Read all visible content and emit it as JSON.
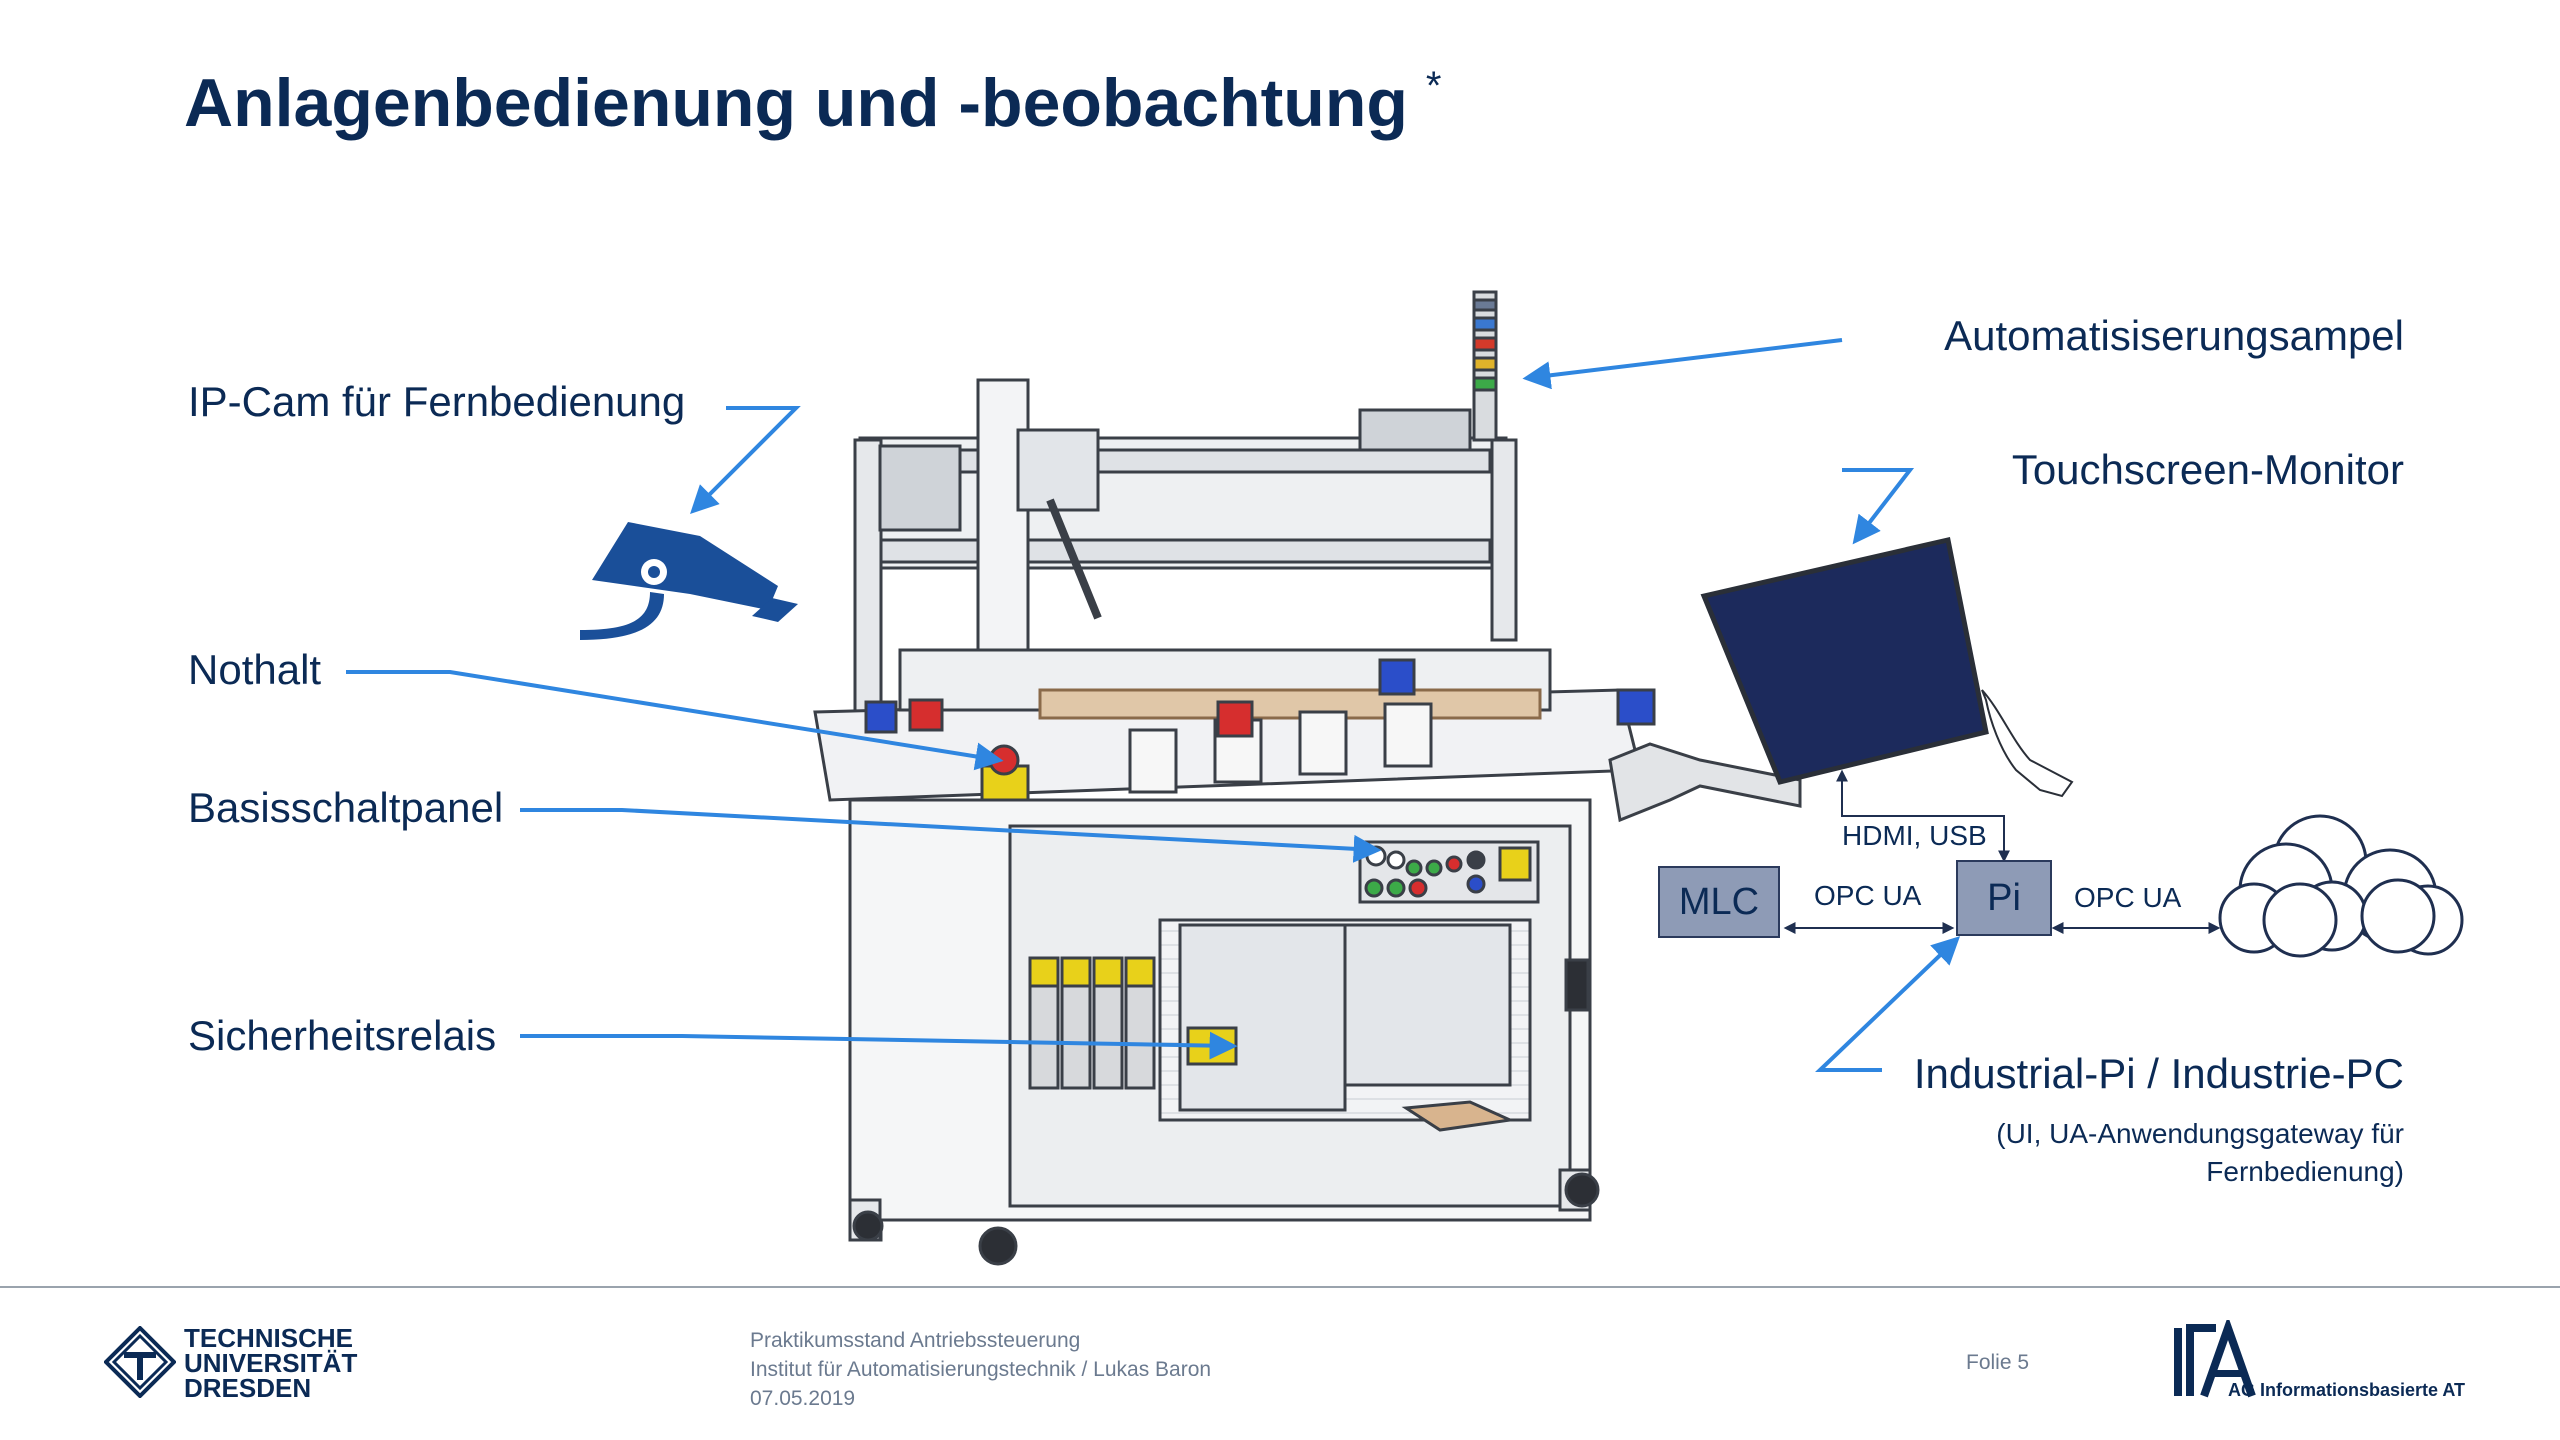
{
  "slide": {
    "title": "Anlagenbedienung und -beobachtung",
    "title_mark": "*"
  },
  "callouts": {
    "ipcam": "IP-Cam für Fernbedienung",
    "nothalt": "Nothalt",
    "basisschaltpanel": "Basisschaltpanel",
    "sicherheitsrelais": "Sicherheitsrelais",
    "ampel": "Automatisiserungsampel",
    "touchscreen": "Touchscreen-Monitor",
    "industrial_pi": "Industrial-Pi / Industrie-PC",
    "industrial_pi_note_1": "(UI, UA-Anwendungsgateway für",
    "industrial_pi_note_2": "Fernbedienung)"
  },
  "network": {
    "mlc": "MLC",
    "pi": "Pi",
    "opc_left": "OPC UA",
    "opc_right": "OPC UA",
    "hdmi": "HDMI, USB"
  },
  "footer": {
    "uni_line1": "TECHNISCHE",
    "uni_line2": "UNIVERSITÄT",
    "uni_line3": "DRESDEN",
    "info_line1": "Praktikumsstand Antriebssteuerung",
    "info_line2": "Institut für Automatisierungstechnik  / Lukas Baron",
    "info_line3": "07.05.2019",
    "slide_no": "Folie 5",
    "ifa_mark": "IfA",
    "ifa_text": "AG Informationsbasierte AT"
  },
  "colors": {
    "title": "#0b2a55",
    "arrow": "#2f86e0",
    "box_fill": "#8e9bb6",
    "camera": "#1a4f99",
    "monitor": "#1c2a5c"
  }
}
